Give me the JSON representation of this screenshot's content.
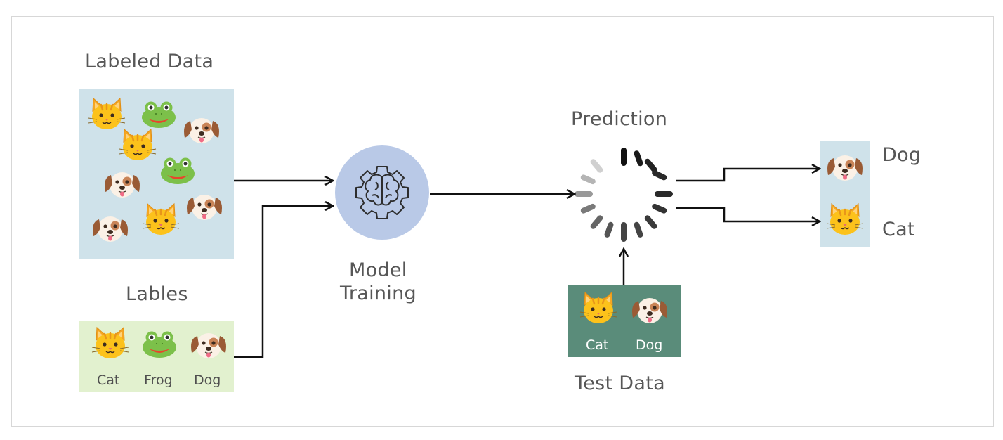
{
  "labeled_data": {
    "title": "Labeled Data"
  },
  "labels": {
    "title": "Lables",
    "items": [
      "Cat",
      "Frog",
      "Dog"
    ]
  },
  "model": {
    "line1": "Model",
    "line2": "Training"
  },
  "prediction": {
    "title": "Prediction"
  },
  "test_data": {
    "title": "Test Data",
    "items": [
      "Cat",
      "Dog"
    ]
  },
  "outputs": {
    "items": [
      "Dog",
      "Cat"
    ]
  },
  "colors": {
    "labeled_bg": "#cfe2ea",
    "labels_bg": "#e2f1cf",
    "model_circle": "#b9c9e7",
    "test_bg": "#5a8c7a",
    "output_bg": "#cfe2ea",
    "arrow": "#111111"
  },
  "icons": [
    "cat-face-icon",
    "frog-face-icon",
    "dog-face-icon",
    "brain-gear-icon",
    "loading-spinner-icon"
  ]
}
